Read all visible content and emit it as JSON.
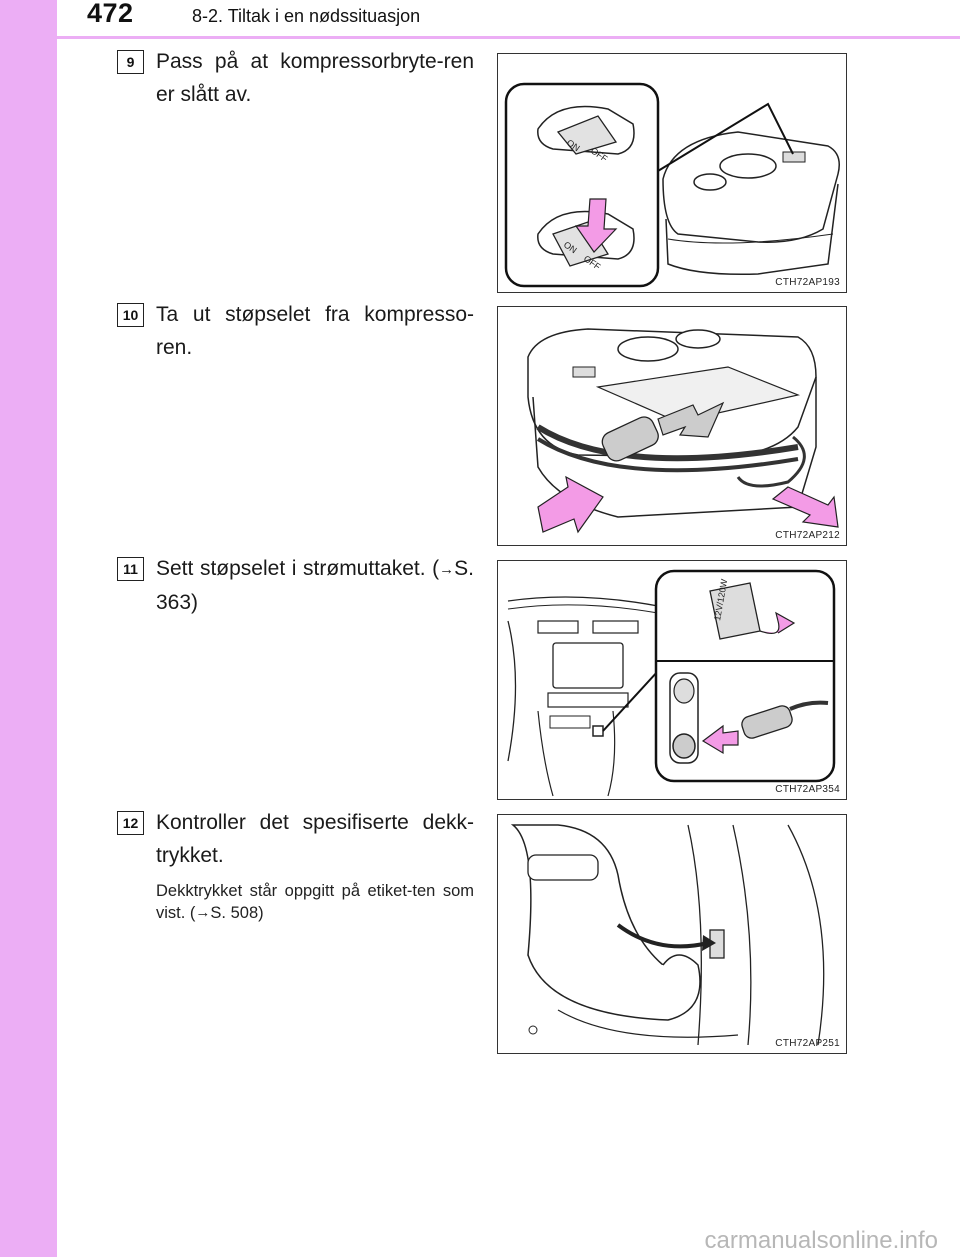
{
  "header": {
    "page_number": "472",
    "section_title": "8-2. Tiltak i en nødssituasjon"
  },
  "steps": [
    {
      "number": "9",
      "text": "Pass på at kompressorbryte-ren er slått av.",
      "figure": {
        "code": "CTH72AP193",
        "labels": [
          "ON",
          "OFF",
          "ON",
          "OFF"
        ]
      }
    },
    {
      "number": "10",
      "text": "Ta ut støpselet fra kompresso-ren.",
      "figure": {
        "code": "CTH72AP212"
      }
    },
    {
      "number": "11",
      "text_before_arrow": "Sett støpselet i strømuttaket. (",
      "text_after_arrow": "S. 363)",
      "figure": {
        "code": "CTH72AP354",
        "labels": [
          "12V/120W"
        ]
      }
    },
    {
      "number": "12",
      "text": "Kontroller det spesifiserte dekk-trykket.",
      "note_before_arrow": "Dekktrykket står oppgitt på etiket-ten som vist. (",
      "note_after_arrow": "S. 508)",
      "figure": {
        "code": "CTH72AP251"
      }
    }
  ],
  "footer": {
    "watermark": "carmanualsonline.info"
  },
  "colors": {
    "sidebar": "#ecaef5",
    "highlight_arrow": "#f39be6"
  },
  "icons": {
    "arrow": "right-arrow-icon"
  }
}
